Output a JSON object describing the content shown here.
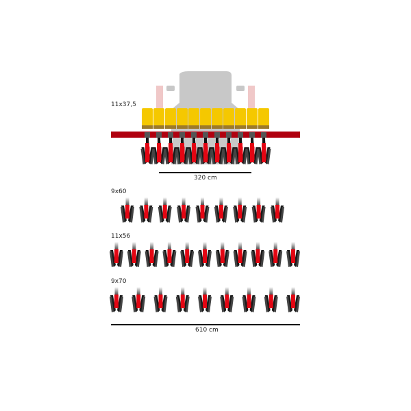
{
  "tractor_config": {
    "label": "11x37,5",
    "rows": 11,
    "width_label": "320 cm"
  },
  "configs": [
    {
      "label": "9x60",
      "rows": 9
    },
    {
      "label": "11x56",
      "rows": 11
    },
    {
      "label": "9x70",
      "rows": 9
    }
  ],
  "wide_width_label": "610 cm",
  "colors": {
    "hopper": "#f5c800",
    "bar": "#b0000f",
    "red": "#e30613",
    "tractor": "#c8c8c8",
    "black": "#1a1a1a"
  }
}
